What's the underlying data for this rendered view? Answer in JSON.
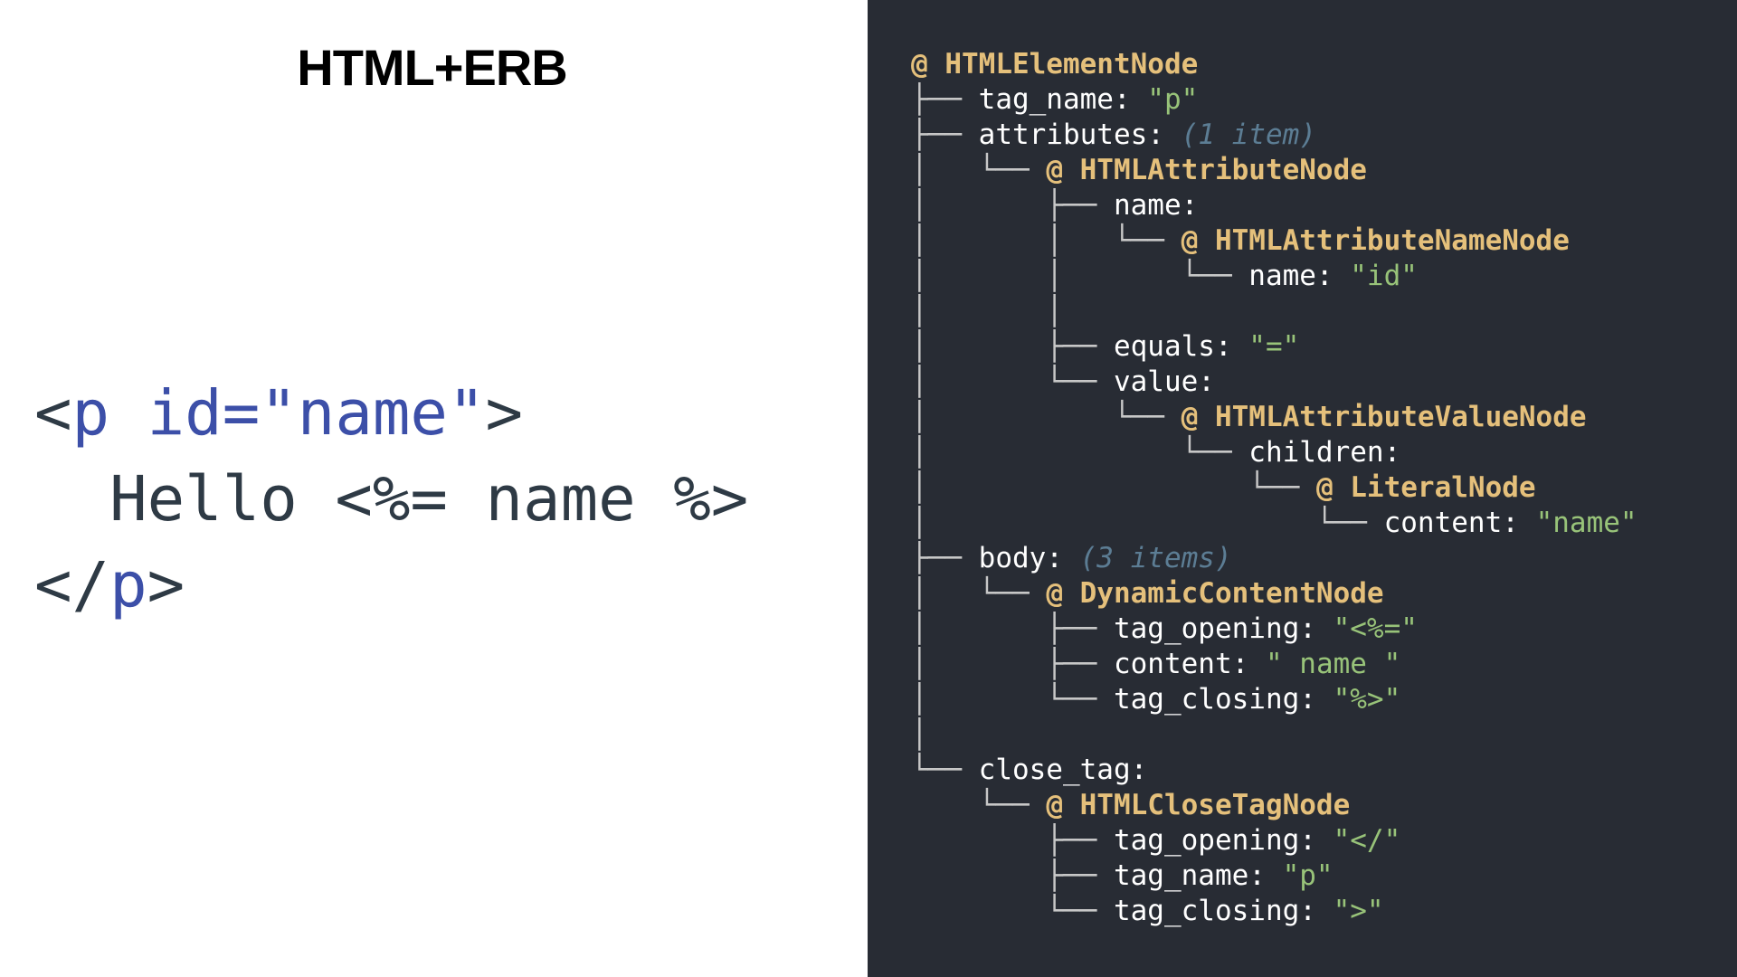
{
  "left": {
    "title": "HTML+ERB",
    "code": {
      "line1": {
        "open_bracket": "<",
        "tag": "p",
        "space": " ",
        "attr": "id=\"name\"",
        "close_bracket": ">"
      },
      "line2": {
        "text": "  Hello <%= name %>"
      },
      "line3": {
        "open_bracket": "</",
        "tag": "p",
        "close_bracket": ">"
      }
    }
  },
  "tree": {
    "root": {
      "prefix": "",
      "at": "@ ",
      "node": "HTMLElementNode"
    },
    "tag_name": {
      "prefix": "├── ",
      "key": "tag_name: ",
      "value": "\"p\""
    },
    "attributes": {
      "prefix": "├── ",
      "key": "attributes: ",
      "meta": "(1 item)"
    },
    "attr_node": {
      "prefix": "│   └── ",
      "at": "@ ",
      "node": "HTMLAttributeNode"
    },
    "attr_name": {
      "prefix": "│       ├── ",
      "key": "name:"
    },
    "attr_name_node": {
      "prefix": "│       │   └── ",
      "at": "@ ",
      "node": "HTMLAttributeNameNode"
    },
    "attr_name_value": {
      "prefix": "│       │       └── ",
      "key": "name: ",
      "value": "\"id\""
    },
    "blank1": {
      "prefix": "│       │"
    },
    "attr_equals": {
      "prefix": "│       ├── ",
      "key": "equals: ",
      "value": "\"=\""
    },
    "attr_value": {
      "prefix": "│       └── ",
      "key": "value:"
    },
    "attr_value_node": {
      "prefix": "│           └── ",
      "at": "@ ",
      "node": "HTMLAttributeValueNode"
    },
    "attr_value_children": {
      "prefix": "│               └── ",
      "key": "children:"
    },
    "literal_node": {
      "prefix": "│                   └── ",
      "at": "@ ",
      "node": "LiteralNode"
    },
    "literal_content": {
      "prefix": "│                       └── ",
      "key": "content: ",
      "value": "\"name\""
    },
    "body": {
      "prefix": "├── ",
      "key": "body: ",
      "meta": "(3 items)"
    },
    "dynamic_node": {
      "prefix": "│   └── ",
      "at": "@ ",
      "node": "DynamicContentNode"
    },
    "dyn_tag_opening": {
      "prefix": "│       ├── ",
      "key": "tag_opening: ",
      "value": "\"<%=\""
    },
    "dyn_content": {
      "prefix": "│       ├── ",
      "key": "content: ",
      "value": "\" name \""
    },
    "dyn_tag_closing": {
      "prefix": "│       └── ",
      "key": "tag_closing: ",
      "value": "\"%>\""
    },
    "blank2": {
      "prefix": "│"
    },
    "close_tag": {
      "prefix": "└── ",
      "key": "close_tag:"
    },
    "close_node": {
      "prefix": "    └── ",
      "at": "@ ",
      "node": "HTMLCloseTagNode"
    },
    "close_tag_opening": {
      "prefix": "        ├── ",
      "key": "tag_opening: ",
      "value": "\"</\""
    },
    "close_tag_name": {
      "prefix": "        ├── ",
      "key": "tag_name: ",
      "value": "\"p\""
    },
    "close_tag_closing": {
      "prefix": "        └── ",
      "key": "tag_closing: ",
      "value": "\">\""
    }
  },
  "colors": {
    "panel_background": "#282c34",
    "node_type": "#e5c07b",
    "string_value": "#98c379",
    "meta_count": "#5c7d94",
    "code_tag": "#3c4fa8",
    "code_text": "#2e3a45"
  }
}
